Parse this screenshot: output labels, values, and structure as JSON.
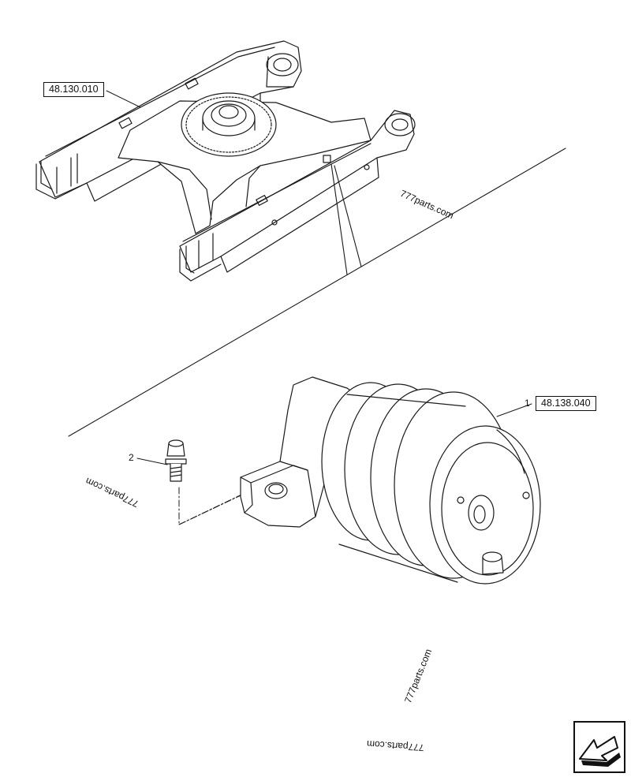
{
  "references": {
    "frame_ref": "48.130.010",
    "roller_ref": "48.138.040"
  },
  "callouts": {
    "roller": "1",
    "bolt": "2"
  },
  "watermarks": [
    "777parts.com",
    "777parts.com",
    "777parts.com",
    "777parts.com"
  ],
  "icons": {
    "nav": "arrow-left-down-icon"
  }
}
